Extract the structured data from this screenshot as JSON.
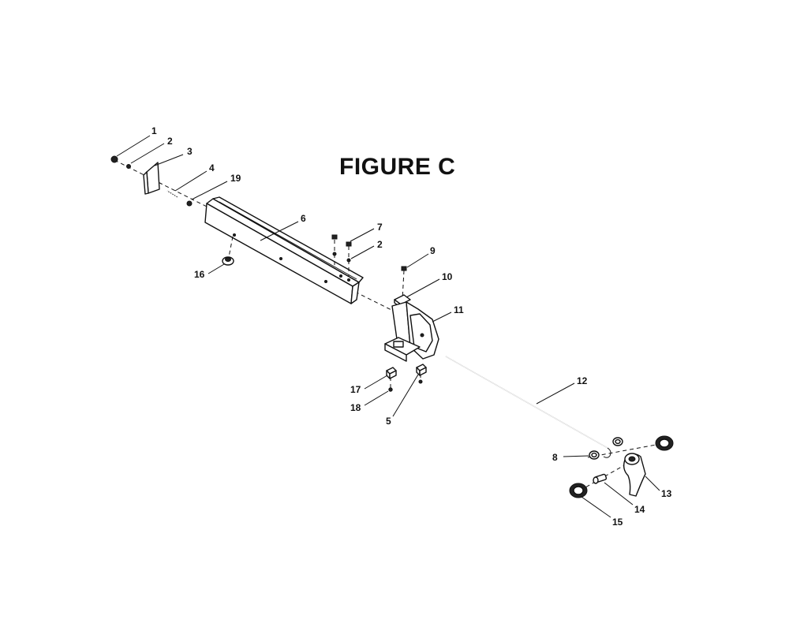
{
  "figure": {
    "title": "FIGURE C"
  },
  "callouts": [
    "1",
    "2",
    "3",
    "4",
    "19",
    "6",
    "7",
    "2",
    "9",
    "10",
    "11",
    "16",
    "17",
    "18",
    "5",
    "12",
    "8",
    "13",
    "14",
    "15"
  ]
}
